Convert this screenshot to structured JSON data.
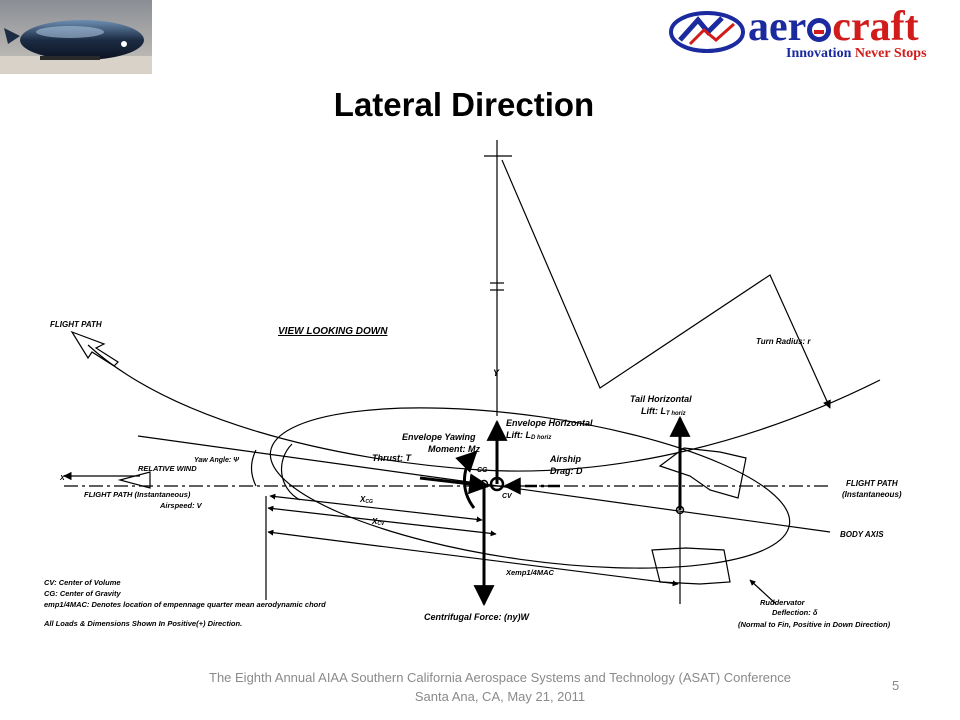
{
  "slide": {
    "title": "Lateral Direction",
    "page_number": "5",
    "footer_line1": "The Eighth Annual AIAA Southern California Aerospace Systems and Technology (ASAT) Conference",
    "footer_line2": "Santa Ana, CA, May 21, 2011"
  },
  "logo": {
    "word_part1": "aer",
    "word_part2": "craft",
    "tagline_part1": "Innovation",
    "tagline_part2": " Never Stops",
    "colors": {
      "blue": "#1b2a9e",
      "red": "#d21b1b"
    }
  },
  "diagram": {
    "flight_path_top": "FLIGHT PATH",
    "view_label": "VIEW LOOKING DOWN",
    "turn_radius": "Turn Radius: r",
    "y_axis": "Y",
    "tail_horizontal": "Tail Horizontal",
    "tail_lift": "Lift: L",
    "tail_lift_sub": "T horiz",
    "env_horizontal": "Envelope Horizontal",
    "env_lift": "Lift: L",
    "env_lift_sub": "D horiz",
    "env_yawing": "Envelope Yawing",
    "env_moment": "Moment: Mz",
    "thrust": "Thrust: T",
    "cg": "CG",
    "cv": "CV",
    "airship": "Airship",
    "drag": "Drag: D",
    "yaw_angle": "Yaw Angle: Ψ",
    "relative_wind": "RELATIVE WIND",
    "x_axis": "X",
    "flight_path_inst_left": "FLIGHT PATH (Instantaneous)",
    "airspeed": "Airspeed: V",
    "flight_path_right": "FLIGHT PATH",
    "instantaneous": "(Instantaneous)",
    "x_cg": "X",
    "x_cg_sub": "CG",
    "x_cv": "X",
    "x_cv_sub": "CV",
    "body_axis": "BODY AXIS",
    "xemp": "Xemp1/4MAC",
    "centrifugal": "Centrifugal Force: (ny)W",
    "ruddervator": "Ruddervator",
    "deflection": "Deflection: δ",
    "normal_to_fin": "(Normal to Fin, Positive in Down Direction)",
    "legend_cv": "CV: Center of Volume",
    "legend_cg": "CG: Center of Gravity",
    "legend_emp": "emp1/4MAC: Denotes location of empennage quarter mean aerodynamic chord",
    "legend_loads": "All Loads & Dimensions Shown In Positive(+) Direction."
  }
}
